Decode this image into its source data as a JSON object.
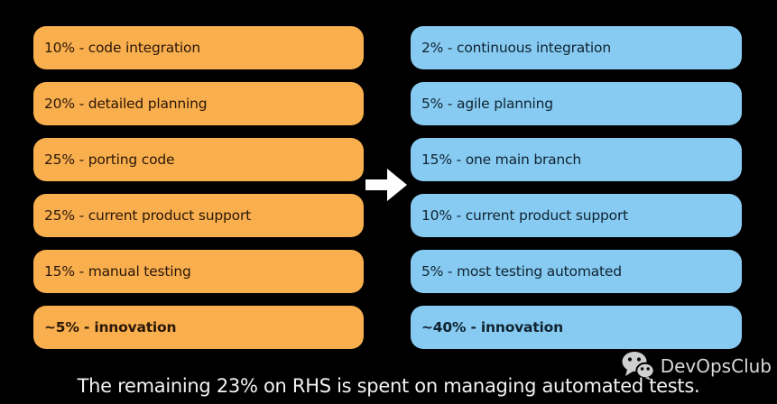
{
  "background": "#000000",
  "left_column": {
    "color": "#F9AF4E",
    "text_color": "#2A1708",
    "items": [
      {
        "label": "10% - code integration"
      },
      {
        "label": "20% - detailed planning"
      },
      {
        "label": "25% - porting code"
      },
      {
        "label": "25% - current product support"
      },
      {
        "label": "15% - manual testing"
      },
      {
        "label": "~5% - innovation"
      }
    ]
  },
  "right_column": {
    "color": "#87CBF2",
    "text_color": "#102330",
    "items": [
      {
        "label": "2% - continuous integration"
      },
      {
        "label": "5% - agile planning"
      },
      {
        "label": "15% - one main branch"
      },
      {
        "label": "10% - current product support"
      },
      {
        "label": "5% - most testing automated"
      },
      {
        "label": "~40% - innovation"
      }
    ]
  },
  "arrow": {
    "icon": "right-arrow-icon",
    "color": "#FFFFFF"
  },
  "caption": "The remaining 23% on RHS is spent on managing automated tests.",
  "branding": {
    "name": "DevOpsClub",
    "icon": "wechat-icon",
    "text_color": "#D9D9D9",
    "icon_color": "#CFCFCF"
  }
}
